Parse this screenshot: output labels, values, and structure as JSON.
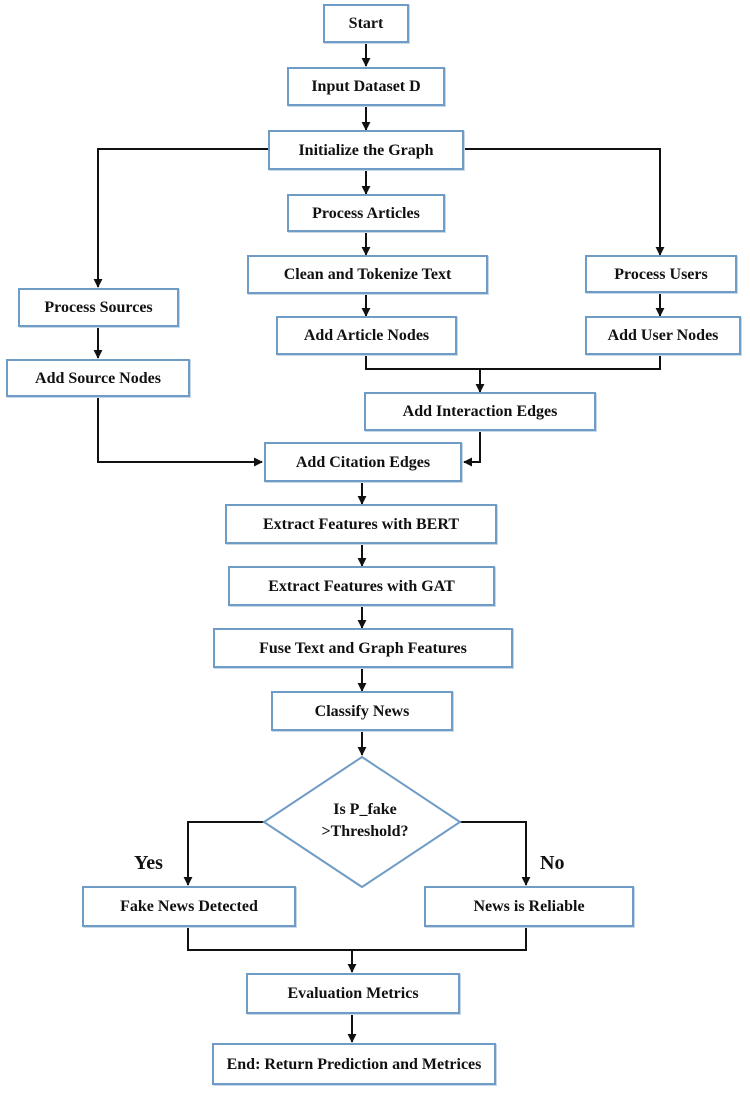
{
  "nodes": {
    "start": "Start",
    "input_dataset": "Input Dataset D",
    "initialize_graph": "Initialize the Graph",
    "process_articles": "Process Articles",
    "clean_tokenize": "Clean and Tokenize Text",
    "add_article_nodes": "Add Article Nodes",
    "process_users": "Process Users",
    "add_user_nodes": "Add User Nodes",
    "process_sources": "Process Sources",
    "add_source_nodes": "Add Source Nodes",
    "add_interaction_edges": "Add Interaction Edges",
    "add_citation_edges": "Add Citation Edges",
    "extract_bert": "Extract Features with BERT",
    "extract_gat": "Extract Features with GAT",
    "fuse_features": "Fuse Text and Graph Features",
    "classify_news": "Classify News",
    "decision_line1": "Is P_fake",
    "decision_line2": ">Threshold?",
    "fake_news": "Fake News Detected",
    "news_reliable": "News is Reliable",
    "evaluation_metrics": "Evaluation Metrics",
    "end": "End: Return Prediction and Metrices"
  },
  "branches": {
    "yes": "Yes",
    "no": "No"
  },
  "colors": {
    "node_border": "#6f9cc6",
    "edge": "#111111"
  }
}
